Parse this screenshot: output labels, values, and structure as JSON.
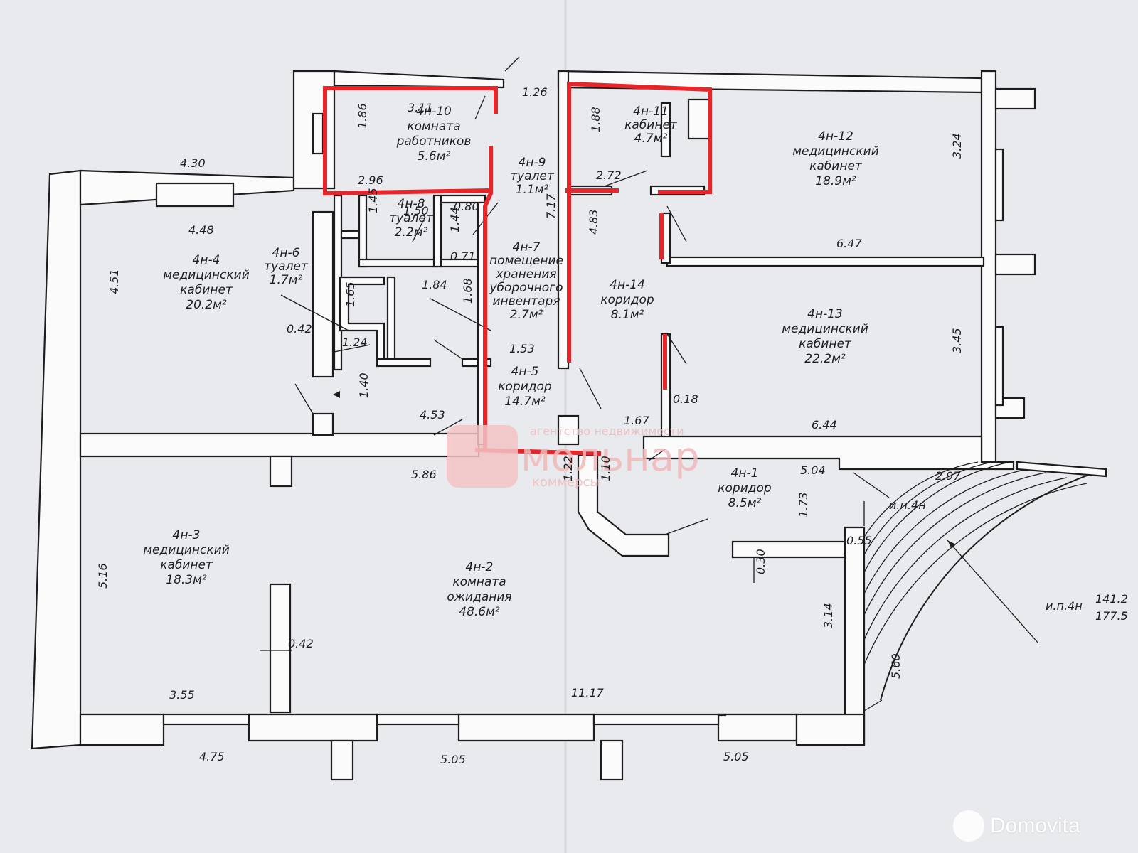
{
  "rooms": [
    {
      "id": "4n10",
      "lines": [
        "4н-10",
        "комната",
        "работников",
        "5.6м²"
      ]
    },
    {
      "id": "4n11",
      "lines": [
        "4н-11",
        "кабинет",
        "4.7м²"
      ]
    },
    {
      "id": "4n12",
      "lines": [
        "4н-12",
        "медицинский",
        "кабинет",
        "18.9м²"
      ]
    },
    {
      "id": "4n9",
      "lines": [
        "4н-9",
        "туалет",
        "1.1м²"
      ]
    },
    {
      "id": "4n8",
      "lines": [
        "4н-8",
        "туалет",
        "2.2м²"
      ]
    },
    {
      "id": "4n7",
      "lines": [
        "4н-7",
        "помещение",
        "хранения",
        "уборочного",
        "инвентаря",
        "2.7м²"
      ]
    },
    {
      "id": "4n6",
      "lines": [
        "4н-6",
        "туалет",
        "1.7м²"
      ]
    },
    {
      "id": "4n4",
      "lines": [
        "4н-4",
        "медицинский",
        "кабинет",
        "20.2м²"
      ]
    },
    {
      "id": "4n14",
      "lines": [
        "4н-14",
        "коридор",
        "8.1м²"
      ]
    },
    {
      "id": "4n13",
      "lines": [
        "4н-13",
        "медицинский",
        "кабинет",
        "22.2м²"
      ]
    },
    {
      "id": "4n5",
      "lines": [
        "4н-5",
        "коридор",
        "14.7м²"
      ]
    },
    {
      "id": "4n1",
      "lines": [
        "4н-1",
        "коридор",
        "8.5м²"
      ]
    },
    {
      "id": "4n3",
      "lines": [
        "4н-3",
        "медицинский",
        "кабинет",
        "18.3м²"
      ]
    },
    {
      "id": "4n2",
      "lines": [
        "4н-2",
        "комната",
        "ожидания",
        "48.6м²"
      ]
    }
  ],
  "dimensions": [
    "3.11",
    "1.86",
    "2.96",
    "1.26",
    "4.30",
    "4.48",
    "4.51",
    "1.45",
    "1.50",
    "0.80",
    "1.44",
    "0.71",
    "1.84",
    "1.68",
    "1.65",
    "0.42",
    "1.24",
    "1.53",
    "1.40",
    "4.53",
    "7.17",
    "1.88",
    "2.72",
    "4.83",
    "3.24",
    "6.47",
    "3.45",
    "0.18",
    "1.67",
    "6.44",
    "5.86",
    "1.22",
    "1.10",
    "5.04",
    "2.97",
    "1.73",
    "0.55",
    "0.30",
    "5.16",
    "0.42",
    "3.14",
    "5.60",
    "3.55",
    "11.17",
    "4.75",
    "5.05",
    "5.05"
  ],
  "labels": {
    "ip1": "и.п.4н",
    "ip2": "и.п.4н",
    "cut1": "141.2",
    "cut2": "177.5"
  },
  "watermark": {
    "brand": "мольнар",
    "top": "агентство недвижимости",
    "bottom": "коммерсы"
  },
  "site_logo": "Domovita",
  "colors": {
    "highlight": "#e6262b",
    "wall": "#1d1d1f",
    "paper": "#e9eaee"
  }
}
